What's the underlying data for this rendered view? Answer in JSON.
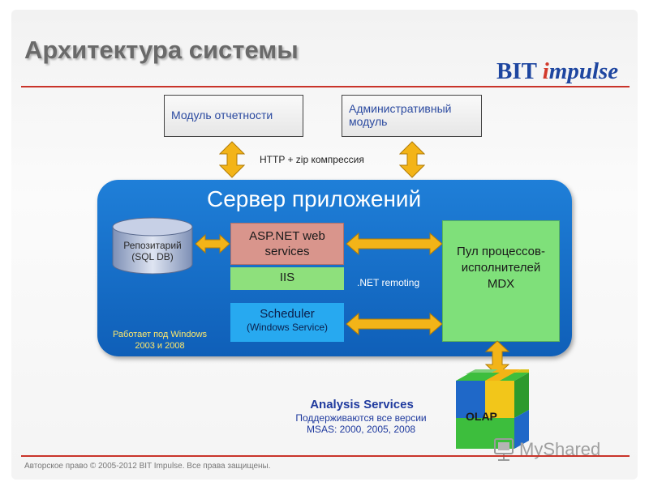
{
  "slide": {
    "title": "Архитектура системы",
    "logo": {
      "part1": "BIT ",
      "part2": "i",
      "part3": "mpulse"
    },
    "footer": "Авторское право © 2005-2012 BIT Impulse. Все права защищены.",
    "watermark": "MyShared"
  },
  "diagram": {
    "report_module": "Модуль отчетности",
    "admin_module": "Административный модуль",
    "http_label": "HTTP + zip компрессия",
    "server_title": "Сервер приложений",
    "repository": "Репозитарий (SQL DB)",
    "aspnet": "ASP.NET web services",
    "iis": "IIS",
    "scheduler_title": "Scheduler",
    "scheduler_sub": "(Windows Service)",
    "pool": "Пул процессов-исполнителей MDX",
    "remoting": ".NET remoting",
    "works_on": "Работает под Windows 2003 и 2008",
    "olap": "OLAP",
    "analysis_title": "Analysis Services",
    "analysis_sub": "Поддерживаются все версии MSAS: 2000, 2005, 2008"
  },
  "colors": {
    "accent_red": "#c9342a",
    "server_blue": "#1a72cc",
    "arrow_yellow": "#f3b418",
    "text_blue": "#1f3a9e"
  }
}
